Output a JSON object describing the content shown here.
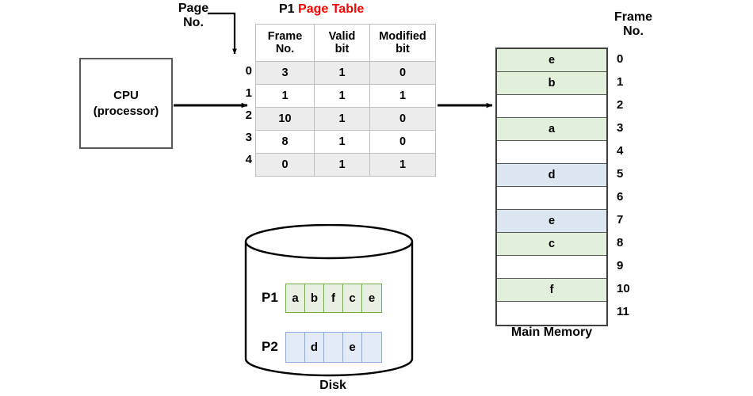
{
  "labels": {
    "page_no_title": "Page\nNo.",
    "page_table_prefix": "P1",
    "page_table_title": "Page Table",
    "frame_no_title": "Frame\nNo.",
    "main_memory_title": "Main Memory",
    "disk_title": "Disk"
  },
  "cpu": {
    "line1": "CPU",
    "line2": "(processor)"
  },
  "page_table": {
    "headers": [
      "Frame\nNo.",
      "Valid\nbit",
      "Modified\nbit"
    ],
    "page_numbers": [
      "0",
      "1",
      "2",
      "3",
      "4"
    ],
    "rows": [
      {
        "page_no": "0",
        "frame_no": "3",
        "valid_bit": "1",
        "modified_bit": "0",
        "shaded": true
      },
      {
        "page_no": "1",
        "frame_no": "1",
        "valid_bit": "1",
        "modified_bit": "1",
        "shaded": false
      },
      {
        "page_no": "2",
        "frame_no": "10",
        "valid_bit": "1",
        "modified_bit": "0",
        "shaded": true
      },
      {
        "page_no": "3",
        "frame_no": "8",
        "valid_bit": "1",
        "modified_bit": "0",
        "shaded": false
      },
      {
        "page_no": "4",
        "frame_no": "0",
        "valid_bit": "1",
        "modified_bit": "1",
        "shaded": true
      }
    ]
  },
  "main_memory": {
    "frames": [
      {
        "frame_no": "0",
        "content": "e",
        "fill": "green"
      },
      {
        "frame_no": "1",
        "content": "b",
        "fill": "green"
      },
      {
        "frame_no": "2",
        "content": "",
        "fill": "none"
      },
      {
        "frame_no": "3",
        "content": "a",
        "fill": "green"
      },
      {
        "frame_no": "4",
        "content": "",
        "fill": "none"
      },
      {
        "frame_no": "5",
        "content": "d",
        "fill": "blue"
      },
      {
        "frame_no": "6",
        "content": "",
        "fill": "none"
      },
      {
        "frame_no": "7",
        "content": "e",
        "fill": "blue"
      },
      {
        "frame_no": "8",
        "content": "c",
        "fill": "green"
      },
      {
        "frame_no": "9",
        "content": "",
        "fill": "none"
      },
      {
        "frame_no": "10",
        "content": "f",
        "fill": "green"
      },
      {
        "frame_no": "11",
        "content": "",
        "fill": "none"
      }
    ]
  },
  "disk": {
    "processes": [
      {
        "name": "P1",
        "fill": "green",
        "cells": [
          "a",
          "b",
          "f",
          "c",
          "e"
        ]
      },
      {
        "name": "P2",
        "fill": "blue",
        "cells": [
          "",
          "d",
          "",
          "e",
          ""
        ]
      }
    ]
  },
  "colors": {
    "green_fill": "#e2efda",
    "blue_fill": "#dce6f1",
    "green_border": "#70ad47",
    "blue_border": "#8faadc",
    "table_shade": "#ececec",
    "title_red": "#ff0000",
    "stroke": "#000000"
  }
}
